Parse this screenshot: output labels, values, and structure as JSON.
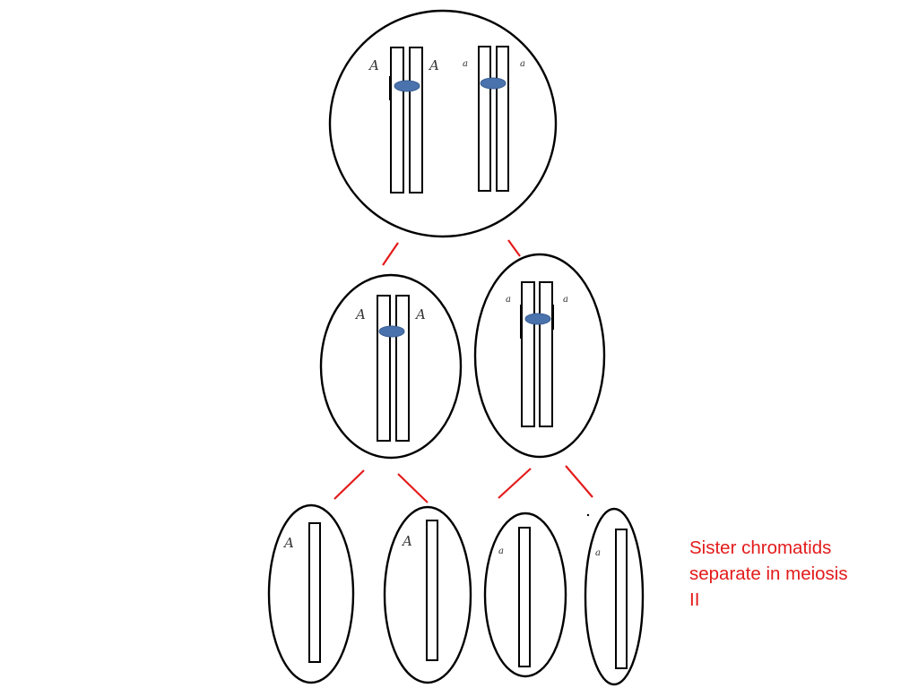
{
  "diagram": {
    "caption_lines": [
      "Sister chromatids",
      "separate in meiosis",
      "II"
    ],
    "colors": {
      "connector": "#e31b1b",
      "caption": "#e31b1b",
      "centromere": "#4a73ad",
      "outline": "#000000"
    },
    "parent_cell": {
      "chromosome_1": {
        "alleles": [
          "A",
          "A"
        ]
      },
      "chromosome_2": {
        "alleles": [
          "a",
          "a"
        ]
      }
    },
    "daughter_cells": [
      {
        "alleles": [
          "A",
          "A"
        ]
      },
      {
        "alleles": [
          "a",
          "a"
        ]
      }
    ],
    "gametes": [
      {
        "allele": "A"
      },
      {
        "allele": "A"
      },
      {
        "allele": "a"
      },
      {
        "allele": "a"
      }
    ]
  }
}
